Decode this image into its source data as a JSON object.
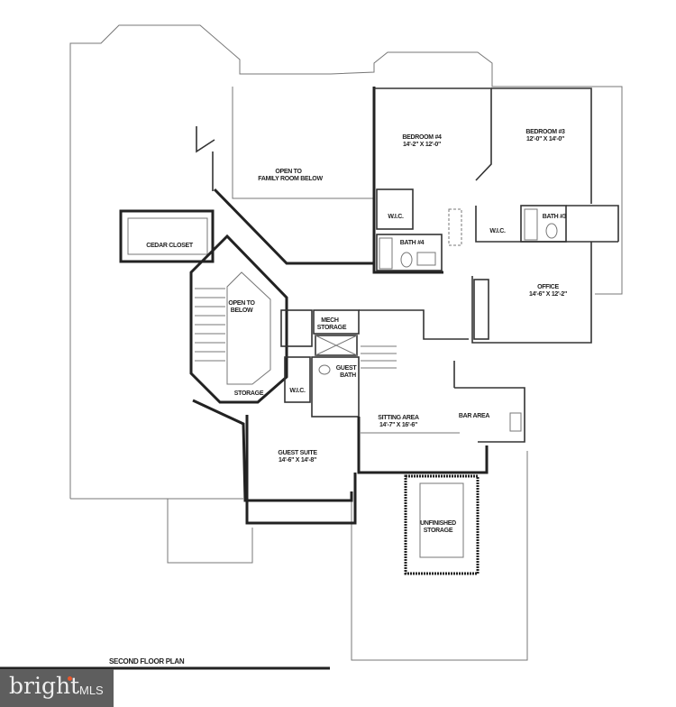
{
  "plan": {
    "title": "SECOND FLOOR PLAN",
    "rooms": {
      "bedroom4": {
        "name": "BEDROOM #4",
        "size": "14'-2\" X 12'-0\""
      },
      "bedroom3": {
        "name": "BEDROOM #3",
        "size": "12'-0\" X 14'-0\""
      },
      "office": {
        "name": "OFFICE",
        "size": "14'-6\" X 12'-2\""
      },
      "sitting": {
        "name": "SITTING AREA",
        "size": "14'-7\" X 16'-6\""
      },
      "guest_suite": {
        "name": "GUEST SUITE",
        "size": "14'-6\" X 14'-8\""
      },
      "open_family_1": "OPEN TO",
      "open_family_2": "FAMILY ROOM BELOW",
      "cedar": "CEDAR CLOSET",
      "open_below_1": "OPEN TO",
      "open_below_2": "BELOW",
      "mech_1": "MECH",
      "mech_2": "STORAGE",
      "guest_bath_1": "GUEST",
      "guest_bath_2": "BATH",
      "storage": "STORAGE",
      "wic_guest": "W.I.C.",
      "wic_b4": "W.I.C.",
      "wic_b3": "W.I.C.",
      "bath4": "BATH #4",
      "bath3": "BATH #3",
      "bar": "BAR AREA",
      "unfinished_1": "UNFINISHED",
      "unfinished_2": "STORAGE"
    }
  },
  "watermark": {
    "brand": "bright",
    "suffix": "MLS",
    "accent": "#e4572e"
  }
}
